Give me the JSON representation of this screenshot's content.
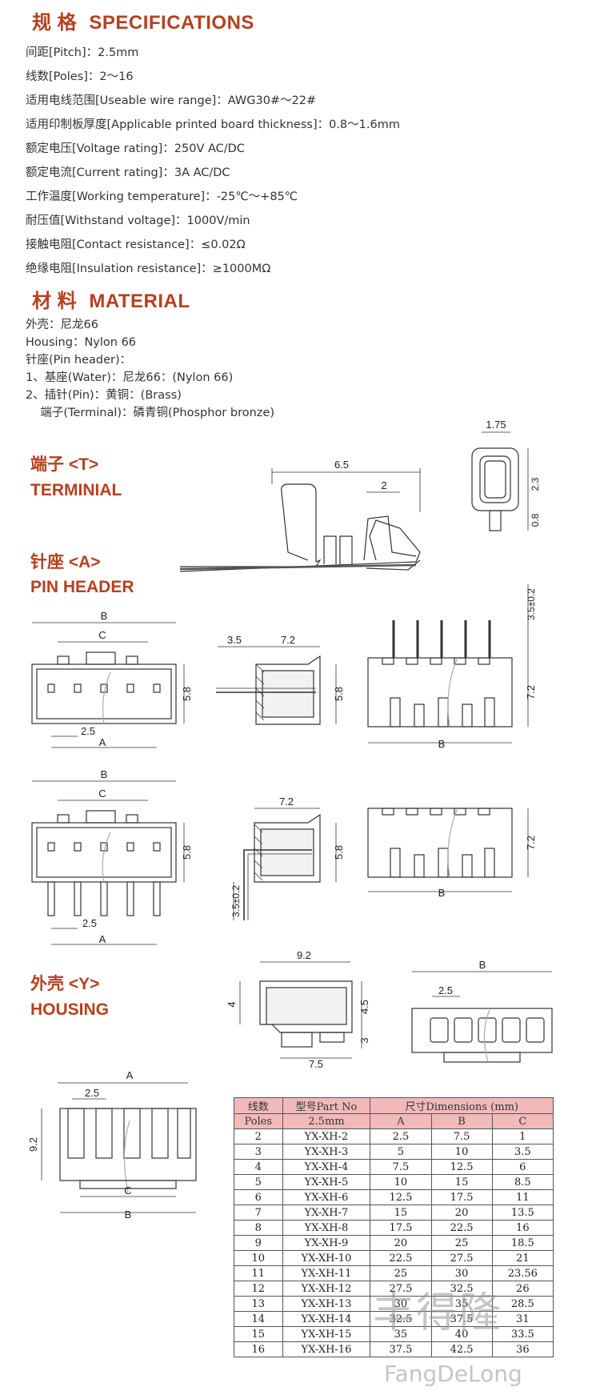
{
  "specs": {
    "title_cn": "规 格",
    "title_en": "SPECIFICATIONS",
    "lines": [
      "间距[Pitch]：2.5mm",
      "线数[Poles]：2～16",
      "适用电线范围[Useable wire range]：AWG30#～22#",
      "适用印制板厚度[Applicable printed board thickness]：0.8～1.6mm",
      "额定电压[Voltage rating]：250V AC/DC",
      "额定电流[Current rating]：3A  AC/DC",
      "工作温度[Working temperature]：-25℃～+85℃",
      "耐压值[Withstand voltage]：1000V/min",
      "接触电阻[Contact resistance]：≤0.02Ω",
      "绝缘电阻[Insulation resistance]：≥1000MΩ"
    ]
  },
  "material": {
    "title_cn": "材 料",
    "title_en": "MATERIAL",
    "lines": [
      "外壳：尼龙66",
      "Housing：Nylon 66",
      "针座(Pin header)：",
      "1、基座(Water)：尼龙66：(Nylon 66)",
      "2、插针(Pin)：黄铜：(Brass)",
      "    端子(Terminal)：磷青铜(Phosphor bronze)"
    ]
  },
  "sections": {
    "terminal_cn": "端子 <T>",
    "terminal_en": "TERMINIAL",
    "pinheader_cn": "针座 <A>",
    "pinheader_en": "PIN HEADER",
    "housing_cn": "外壳 <Y>",
    "housing_en": "HOUSING"
  },
  "dims": {
    "terminal_len": "6.5",
    "terminal_2": "2",
    "terminal_w": "1.75",
    "terminal_h1": "2.3",
    "terminal_h2": "0.8",
    "B": "B",
    "C": "C",
    "A": "A",
    "pitch": "2.5",
    "h58": "5.8",
    "h72": "7.2",
    "d35": "3.5",
    "d72": "7.2",
    "pin": "3.5±0.2",
    "h92": "9.2",
    "h4": "4",
    "h45": "4.5",
    "h3": "3",
    "d75": "7.5"
  },
  "table": {
    "h_poles_cn": "线数",
    "h_poles_en": "Poles",
    "h_part": "型号Part No",
    "h_part_sub": "2.5mm",
    "h_dims": "尺寸Dimensions (mm)",
    "h_a": "A",
    "h_b": "B",
    "h_c": "C",
    "rows": [
      [
        "2",
        "YX-XH-2",
        "2.5",
        "7.5",
        "1"
      ],
      [
        "3",
        "YX-XH-3",
        "5",
        "10",
        "3.5"
      ],
      [
        "4",
        "YX-XH-4",
        "7.5",
        "12.5",
        "6"
      ],
      [
        "5",
        "YX-XH-5",
        "10",
        "15",
        "8.5"
      ],
      [
        "6",
        "YX-XH-6",
        "12.5",
        "17.5",
        "11"
      ],
      [
        "7",
        "YX-XH-7",
        "15",
        "20",
        "13.5"
      ],
      [
        "8",
        "YX-XH-8",
        "17.5",
        "22.5",
        "16"
      ],
      [
        "9",
        "YX-XH-9",
        "20",
        "25",
        "18.5"
      ],
      [
        "10",
        "YX-XH-10",
        "22.5",
        "27.5",
        "21"
      ],
      [
        "11",
        "YX-XH-11",
        "25",
        "30",
        "23.56"
      ],
      [
        "12",
        "YX-XH-12",
        "27.5",
        "32.5",
        "26"
      ],
      [
        "13",
        "YX-XH-13",
        "30",
        "35",
        "28.5"
      ],
      [
        "14",
        "YX-XH-14",
        "32.5",
        "37.5",
        "31"
      ],
      [
        "15",
        "YX-XH-15",
        "35",
        "40",
        "33.5"
      ],
      [
        "16",
        "YX-XH-16",
        "37.5",
        "42.5",
        "36"
      ]
    ]
  },
  "watermark": {
    "cn": "丰得隆",
    "en": "FangDeLong"
  }
}
